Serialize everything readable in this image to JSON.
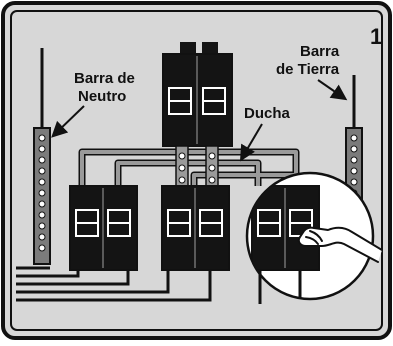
{
  "figure": {
    "number": "1",
    "labels": {
      "neutral_bar": [
        "Barra de",
        "Neutro"
      ],
      "ground_bar": [
        "Barra",
        "de Tierra"
      ],
      "shower": "Ducha"
    }
  },
  "colors": {
    "panel_background": "#d7d7d7",
    "frame": "#111111",
    "breaker_body": "#141414",
    "wire_gray": "#9a9a9a",
    "highlight_circle": "#ffffff"
  },
  "icons": {
    "hand": "hand-icon",
    "arrows": "arrow-icon"
  }
}
